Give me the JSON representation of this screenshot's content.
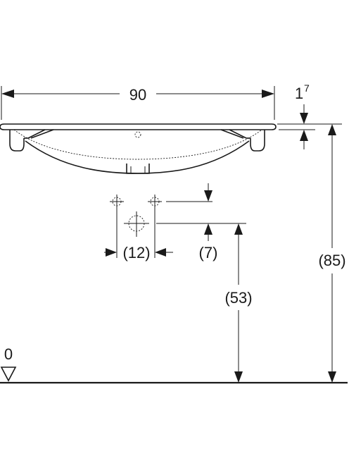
{
  "dimensions": {
    "width": "90",
    "rim_thickness": "1",
    "rim_thickness_sup": "7",
    "tap_hole_spacing": "(12)",
    "tap_hole_offset": "(7)",
    "waste_height": "(53)",
    "total_height": "(85)",
    "floor_level": "0"
  }
}
